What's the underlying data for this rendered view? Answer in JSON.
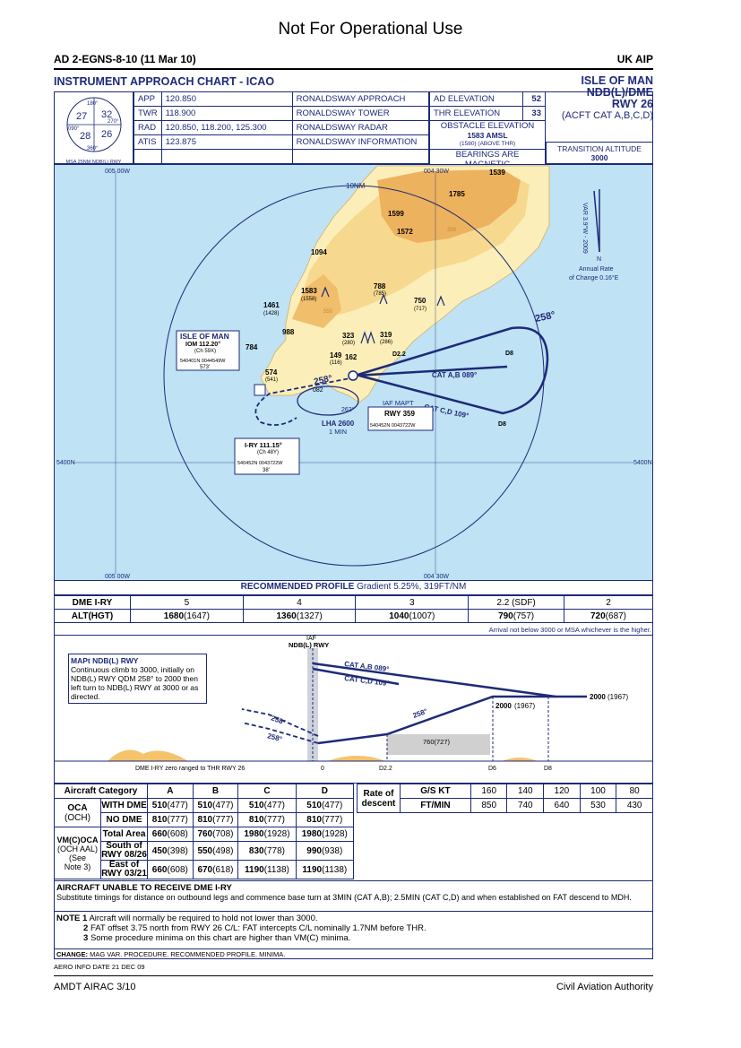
{
  "banner": "Not For Operational Use",
  "header": {
    "left": "AD 2-EGNS-8-10 (11 Mar 10)",
    "right": "UK AIP"
  },
  "title": {
    "main": "INSTRUMENT APPROACH CHART - ICAO",
    "airport": "ISLE OF MAN",
    "procedure": "NDB(L)/DME",
    "runway": "RWY 26",
    "categories": "(ACFT CAT A,B,C,D)"
  },
  "msa": {
    "caption": "MSA 25NM NDB(L) RWY",
    "sectors": [
      "27",
      "32",
      "28",
      "26"
    ],
    "bearings": [
      "180°",
      "270°",
      "090°",
      "360°"
    ]
  },
  "comms": [
    {
      "type": "APP",
      "freq": "120.850",
      "name": "RONALDSWAY APPROACH"
    },
    {
      "type": "TWR",
      "freq": "118.900",
      "name": "RONALDSWAY TOWER"
    },
    {
      "type": "RAD",
      "freq": "120.850, 118.200, 125.300",
      "name": "RONALDSWAY RADAR"
    },
    {
      "type": "ATIS",
      "freq": "123.875",
      "name": "RONALDSWAY INFORMATION"
    }
  ],
  "elevations": {
    "ad_label": "AD ELEVATION",
    "ad_value": "52",
    "thr_label": "THR ELEVATION",
    "thr_value": "33",
    "obst_label": "OBSTACLE ELEVATION",
    "obst_value": "1583 AMSL",
    "obst_sub": "(1580) (ABOVE THR)",
    "bearings": "BEARINGS ARE MAGNETIC"
  },
  "transition": {
    "label": "TRANSITION ALTITUDE",
    "value": "3000"
  },
  "plan": {
    "grid": {
      "lon_top1": "005 00W",
      "lon_top2": "004 30W",
      "lon_bot1": "005 00W",
      "lon_bot2": "004 30W",
      "lat_left": "5400N",
      "lat_right": "5400N"
    },
    "ring": "10NM",
    "var": {
      "text": "VAR 3.9°W - 2009",
      "n": "N",
      "annual": "Annual Rate",
      "change": "of Change 0.16°E"
    },
    "elevs": [
      "1539",
      "1785",
      "1599",
      "1572",
      "1094",
      "1583",
      "(1558)",
      "788",
      "(785)",
      "1461",
      "(1428)",
      "750",
      "(717)",
      "988",
      "784",
      "574",
      "(541)",
      "323",
      "(280)",
      "319",
      "(286)",
      "149",
      "(116)",
      "162",
      "082",
      "359",
      "550"
    ],
    "vor": {
      "name": "ISLE OF MAN",
      "id": "IOM 112.20°",
      "ch": "(Ch 59X)",
      "coord": "540401N 0044549W",
      "elev": "573'"
    },
    "ils": {
      "name": "I-RY 111.15°",
      "ch": "(Ch 48Y)",
      "coord": "540452N 0043722W",
      "elev": "38'"
    },
    "ndb": {
      "label": "IAF MAPT",
      "id": "RWY 359",
      "coord": "540452N 0043722W"
    },
    "labels": {
      "d22": "D2.2",
      "d8a": "D8",
      "d8b": "D8",
      "catab": "CAT A,B 089°",
      "catcd": "CAT C,D 109°",
      "t258a": "258°",
      "t258b": "258°",
      "t262": "262°",
      "lha": "LHA 2600",
      "min": "1 MIN"
    }
  },
  "rec_profile": {
    "title": "RECOMMENDED PROFILE",
    "sub": "Gradient 5.25%, 319FT/NM",
    "row1_label": "DME I-RY",
    "row2_label": "ALT(HGT)",
    "dme": [
      "5",
      "4",
      "3",
      "2.2 (SDF)",
      "2"
    ],
    "alt": [
      {
        "a": "1680",
        "h": "(1647)"
      },
      {
        "a": "1360",
        "h": "(1327)"
      },
      {
        "a": "1040",
        "h": "(1007)"
      },
      {
        "a": "790",
        "h": "(757)"
      },
      {
        "a": "720",
        "h": "(687)"
      }
    ],
    "note": "Arrival not below 3000 or MSA whichever is the higher."
  },
  "profile": {
    "mapt_title": "MAPt NDB(L) RWY",
    "mapt_text": "Continuous climb to 3000, initially on NDB(L) RWY QDM 258° to 2000 then left turn to NDB(L) RWY at 3000 or as directed.",
    "iaf": "IAF",
    "ndb": "NDB(L) RWY",
    "catab": "CAT A,B 089°",
    "catcd": "CAT C,D 109°",
    "t258a": "258°",
    "t258b": "258°",
    "t258c": "258°",
    "alt2000": "2000",
    "alt2000h": "(1967)",
    "alt2000b": "2000",
    "alt2000bh": "(1967)",
    "alt760": "760(727)",
    "axis_caption": "DME I-RY zero ranged to THR RWY 26",
    "ticks": [
      "0",
      "D2.2",
      "D6",
      "D8"
    ]
  },
  "minima": {
    "headers": [
      "Aircraft Category",
      "A",
      "B",
      "C",
      "D"
    ],
    "oca": "OCA",
    "och": "(OCH)",
    "with_dme": "WITH DME",
    "no_dme": "NO DME",
    "vm": "VM(C)OCA",
    "vm2": "(OCH AAL)",
    "vm3": "(See",
    "vm4": "Note 3)",
    "total": "Total Area",
    "south": "South of",
    "south2": "RWY 08/26",
    "east": "East of",
    "east2": "RWY 03/21",
    "rows": [
      [
        "510",
        "(477)",
        "510",
        "(477)",
        "510",
        "(477)",
        "510",
        "(477)"
      ],
      [
        "810",
        "(777)",
        "810",
        "(777)",
        "810",
        "(777)",
        "810",
        "(777)"
      ],
      [
        "660",
        "(608)",
        "760",
        "(708)",
        "1980",
        "(1928)",
        "1980",
        "(1928)"
      ],
      [
        "450",
        "(398)",
        "550",
        "(498)",
        "830",
        "(778)",
        "990",
        "(938)"
      ],
      [
        "660",
        "(608)",
        "670",
        "(618)",
        "1190",
        "(1138)",
        "1190",
        "(1138)"
      ]
    ],
    "rate_label": "Rate of",
    "rate_label2": "descent",
    "gs_label": "G/S KT",
    "fpm_label": "FT/MIN",
    "gs": [
      "160",
      "140",
      "120",
      "100",
      "80"
    ],
    "fpm": [
      "850",
      "740",
      "640",
      "530",
      "430"
    ]
  },
  "dme_fail": {
    "title": "AIRCRAFT UNABLE TO RECEIVE DME I-RY",
    "text": "Substitute timings for distance on outbound legs and commence base turn at 3MIN (CAT A,B); 2.5MIN (CAT C,D) and when established on FAT descend to MDH."
  },
  "notes": {
    "n1_label": "NOTE 1",
    "n1": "Aircraft will normally be required to hold not lower than 3000.",
    "n2_label": "2",
    "n2": "FAT offset 3.75 north from RWY 26 C/L: FAT intercepts C/L nominally 1.7NM before THR.",
    "n3_label": "3",
    "n3": "Some procedure minima on this chart are higher than VM(C) minima."
  },
  "change": {
    "label": "CHANGE:",
    "text": "MAG VAR. PROCEDURE. RECOMMENDED PROFILE. MINIMA."
  },
  "aero_info": "AERO INFO DATE 21 DEC 09",
  "footer": {
    "left": "AMDT AIRAC 3/10",
    "right": "Civil Aviation Authority"
  },
  "colors": {
    "navy": "#1e2a78",
    "sea": "#bfe2f4",
    "land1": "#fbeeb8",
    "land2": "#f5cc7a",
    "land3": "#e9a94f"
  }
}
